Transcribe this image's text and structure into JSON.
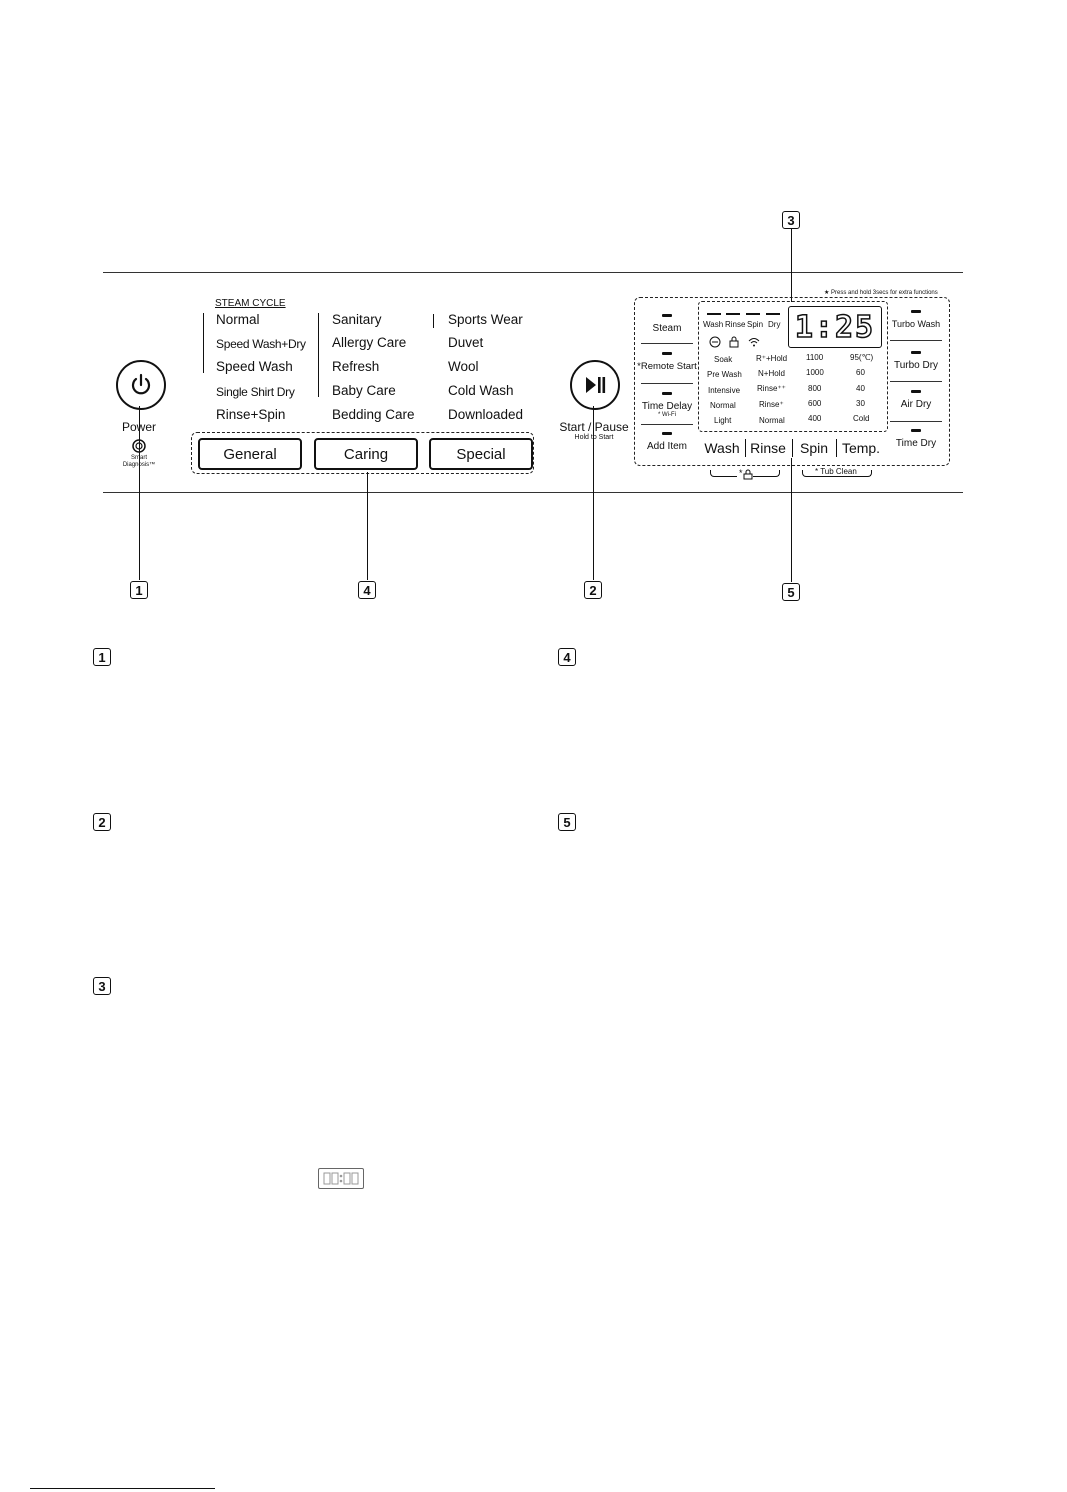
{
  "panel": {
    "steam_cycle_header": "STEAM CYCLE",
    "cycles_col1": [
      "Normal",
      "Speed Wash+Dry",
      "Speed Wash",
      "Single Shirt Dry",
      "Rinse+Spin"
    ],
    "cycles_col2": [
      "Sanitary",
      "Allergy Care",
      "Refresh",
      "Baby Care",
      "Bedding Care"
    ],
    "cycles_col3": [
      "Sports Wear",
      "Duvet",
      "Wool",
      "Cold Wash",
      "Downloaded"
    ],
    "category_buttons": [
      "General",
      "Caring",
      "Special"
    ],
    "power_label": "Power",
    "smart_diagnosis_label": "Smart Diagnosis™",
    "start_pause_label": "Start / Pause",
    "hold_to_start": "Hold to Start",
    "press_hold_note": "★ Press and hold 3secs for extra functions",
    "left_buttons": [
      "Steam",
      "*Remote Start",
      "Time Delay",
      "Add Item"
    ],
    "wifi_note": "* Wi-Fi",
    "right_buttons": [
      "Turbo Wash",
      "Turbo Dry",
      "Air Dry",
      "Time Dry"
    ],
    "status_labels": [
      "Wash",
      "Rinse",
      "Spin",
      "Dry"
    ],
    "display_time": "1:25",
    "grid_col1": [
      "Soak",
      "Pre Wash",
      "Intensive",
      "Normal",
      "Light"
    ],
    "grid_col2": [
      "R⁺+Hold",
      "N+Hold",
      "Rinse⁺⁺",
      "Rinse⁺",
      "Normal"
    ],
    "grid_col3": [
      "1100",
      "1000",
      "800",
      "600",
      "400"
    ],
    "grid_col4": [
      "95(℃)",
      "60",
      "40",
      "30",
      "Cold"
    ],
    "bottom_buttons": [
      "Wash",
      "Rinse",
      "Spin",
      "Temp."
    ],
    "tub_clean_note": "* Tub Clean",
    "child_lock_note": "*"
  },
  "callouts": [
    "1",
    "2",
    "3",
    "4",
    "5"
  ],
  "sections": [
    "1",
    "4",
    "2",
    "5",
    "3"
  ],
  "colors": {
    "ink": "#111111",
    "background": "#ffffff"
  }
}
